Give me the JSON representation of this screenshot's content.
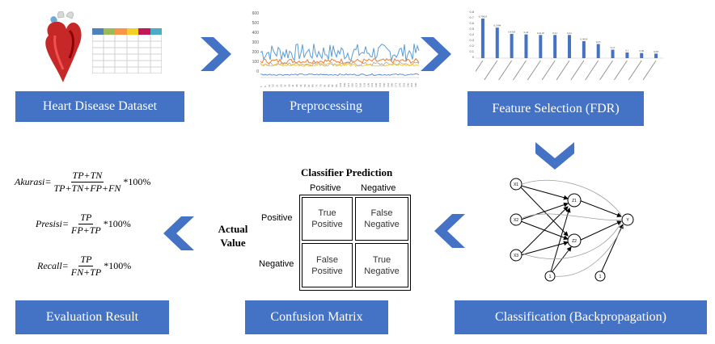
{
  "stages": {
    "dataset": "Heart Disease Dataset",
    "preprocessing": "Preprocessing",
    "feature_selection": "Feature Selection (FDR)",
    "classification": "Classification (Backpropagation)",
    "confusion_matrix": "Confusion Matrix",
    "evaluation": "Evaluation Result"
  },
  "colors": {
    "stage_fill": "#4472c4",
    "chevron": "#4472c4",
    "table_header": [
      "#4f81bd",
      "#9bbb59",
      "#f79646",
      "#c0504d",
      "#8064a2",
      "#4bacc6"
    ]
  },
  "icons": [
    "heart-icon",
    "spreadsheet-icon",
    "chevron-right-icon",
    "chevron-down-icon",
    "chevron-left-icon"
  ],
  "confusion": {
    "title": "Classifier Prediction",
    "pred_positive": "Positive",
    "pred_negative": "Negative",
    "actual_line1": "Actual",
    "actual_line2": "Value",
    "act_positive": "Positive",
    "act_negative": "Negative",
    "tp_1": "True",
    "tp_2": "Positive",
    "fn_1": "False",
    "fn_2": "Negative",
    "fp_1": "False",
    "fp_2": "Positive",
    "tn_1": "True",
    "tn_2": "Negative"
  },
  "formulas": {
    "akurasi_lhs": "Akurasi=",
    "akurasi_num": "TP+TN",
    "akurasi_den": "TP+TN+FP+FN",
    "presisi_lhs": "Presisi=",
    "presisi_num": "TP",
    "presisi_den": "FP+TP",
    "recall_lhs": "Recall=",
    "recall_num": "TP",
    "recall_den": "FN+TP",
    "suffix": "*100%"
  },
  "preprocessing_chart": {
    "y_ticks": [
      "600",
      "500",
      "400",
      "300",
      "200",
      "100",
      "0"
    ]
  },
  "fdr_chart": {
    "y_ticks": [
      "0.8",
      "0.7",
      "0.6",
      "0.5",
      "0.4",
      "0.3",
      "0.2",
      "0.1",
      "0"
    ],
    "values": [
      0.7,
      0.54,
      0.43,
      0.42,
      0.41,
      0.41,
      0.41,
      0.3,
      0.25,
      0.15,
      0.1,
      0.09,
      0.08
    ],
    "value_labels": [
      "0.70619",
      "0.5394",
      "0.4318",
      "0.42",
      "0.4119",
      "0.41",
      "0.41",
      "0.3018",
      "0.25",
      "0.15",
      "0.1",
      "0.09",
      "0.08"
    ]
  },
  "network": {
    "inputs": [
      "X1",
      "X2",
      "X3"
    ],
    "hidden": [
      "Z1",
      "Z2"
    ],
    "output": "Y",
    "bias": [
      "1",
      "1"
    ]
  }
}
